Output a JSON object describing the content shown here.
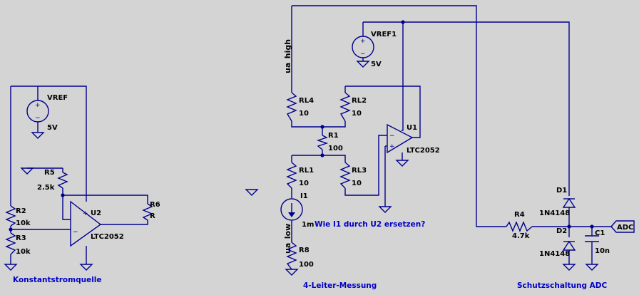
{
  "sections": {
    "konstantstromquelle": "Konstantstromquelle",
    "vierleiter": "4-Leiter-Messung",
    "schutzschaltung": "Schutzschaltung ADC"
  },
  "sources": {
    "vref": {
      "name": "VREF",
      "value": "5V"
    },
    "vref1": {
      "name": "VREF1",
      "value": "5V"
    },
    "i1": {
      "name": "I1",
      "value": "1m"
    }
  },
  "resistors": {
    "r5": {
      "name": "R5",
      "value": "2.5k"
    },
    "r6": {
      "name": "R6",
      "value": "R"
    },
    "r2": {
      "name": "R2",
      "value": "10k"
    },
    "r3": {
      "name": "R3",
      "value": "10k"
    },
    "rl4": {
      "name": "RL4",
      "value": "10"
    },
    "rl2": {
      "name": "RL2",
      "value": "10"
    },
    "r1": {
      "name": "R1",
      "value": "100"
    },
    "rl1": {
      "name": "RL1",
      "value": "10"
    },
    "rl3": {
      "name": "RL3",
      "value": "10"
    },
    "r8": {
      "name": "R8",
      "value": "100"
    },
    "r4": {
      "name": "R4",
      "value": "4.7k"
    }
  },
  "opamps": {
    "u2": {
      "name": "U2",
      "model": "LTC2052"
    },
    "u1": {
      "name": "U1",
      "model": "LTC2052"
    }
  },
  "diodes": {
    "d1": {
      "name": "D1",
      "model": "1N4148"
    },
    "d2": {
      "name": "D2",
      "model": "1N4148"
    }
  },
  "capacitors": {
    "c1": {
      "name": "C1",
      "value": "10n"
    }
  },
  "nets": {
    "ua_high": "ua_high",
    "ua_low": "ua_low",
    "adc": "ADC"
  },
  "comment": "Wie I1 durch U2 ersetzen?",
  "pin_signs": {
    "plus": "+",
    "minus": "−"
  },
  "colors": {
    "background": "#d4d4d4",
    "wire": "#00008e",
    "comment_text": "#0000c8"
  }
}
